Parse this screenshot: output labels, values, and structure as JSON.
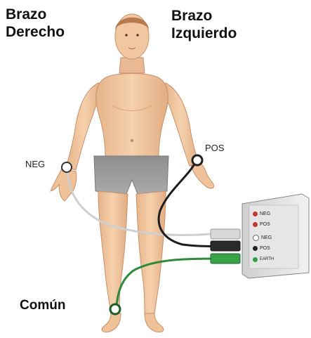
{
  "labels": {
    "right_arm": [
      "Brazo",
      "Derecho"
    ],
    "left_arm": [
      "Brazo",
      "Izquierdo"
    ],
    "common": "Común",
    "neg": "NEG",
    "pos": "POS"
  },
  "device": {
    "rows": [
      {
        "label": "NEG",
        "color": "#c0392b"
      },
      {
        "label": "POS",
        "color": "#c0392b"
      },
      {
        "label": "NEG",
        "color": "#ffffff"
      },
      {
        "label": "POS",
        "color": "#222222"
      },
      {
        "label": "EARTH",
        "color": "#2e9e3e"
      }
    ]
  },
  "colors": {
    "skin": "#f2c9a1",
    "skin_shade": "#d9a47a",
    "shorts": "#9a9a9a",
    "cable_white": "#cfcfcf",
    "cable_black": "#1d1d1d",
    "cable_green": "#2f8a3a"
  }
}
